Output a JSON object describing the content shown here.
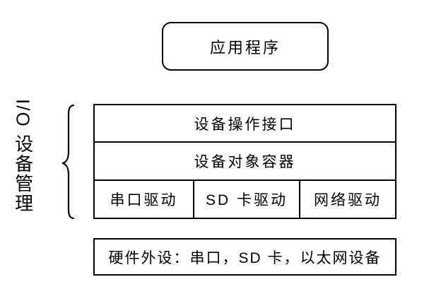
{
  "diagram": {
    "title_implied": "I/O device management architecture",
    "top_box": {
      "label": "应用程序"
    },
    "side_label": {
      "text": "I/O 设备管理"
    },
    "layers": [
      {
        "label": "设备操作接口"
      },
      {
        "label": "设备对象容器"
      }
    ],
    "drivers": [
      {
        "label": "串口驱动"
      },
      {
        "label": "SD 卡驱动"
      },
      {
        "label": "网络驱动"
      }
    ],
    "bottom_box": {
      "label": "硬件外设：串口，SD 卡，以太网设备"
    }
  },
  "colors": {
    "line": "#000000",
    "text": "#000000",
    "background": "#ffffff"
  }
}
